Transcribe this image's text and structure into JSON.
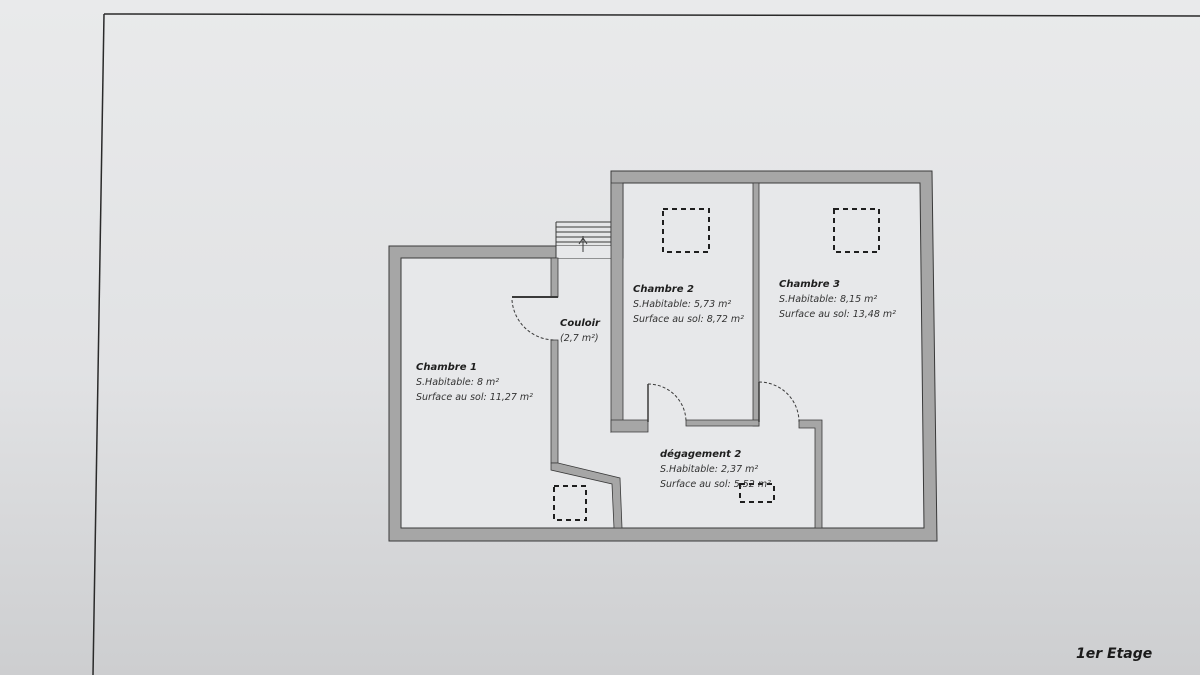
{
  "floor_label": "1er Etage",
  "rooms": {
    "chambre1": {
      "name": "Chambre 1",
      "habitable": "S.Habitable: 8 m²",
      "sol": "Surface au sol: 11,27 m²"
    },
    "couloir": {
      "name": "Couloir",
      "area": "(2,7 m²)"
    },
    "chambre2": {
      "name": "Chambre 2",
      "habitable": "S.Habitable: 5,73 m²",
      "sol": "Surface au sol: 8,72 m²"
    },
    "chambre3": {
      "name": "Chambre 3",
      "habitable": "S.Habitable: 8,15 m²",
      "sol": "Surface au sol: 13,48 m²"
    },
    "degagement2": {
      "name": "dégagement 2",
      "habitable": "S.Habitable: 2,37 m²",
      "sol": "Surface au sol: 5,52 m²"
    }
  },
  "colors": {
    "wall_fill": "#a6a6a6",
    "wall_stroke": "#3a3a3a",
    "room_floor": "#e7e8ea"
  },
  "icons": [
    "skylight-icon",
    "staircase-icon",
    "door-swing-icon"
  ]
}
